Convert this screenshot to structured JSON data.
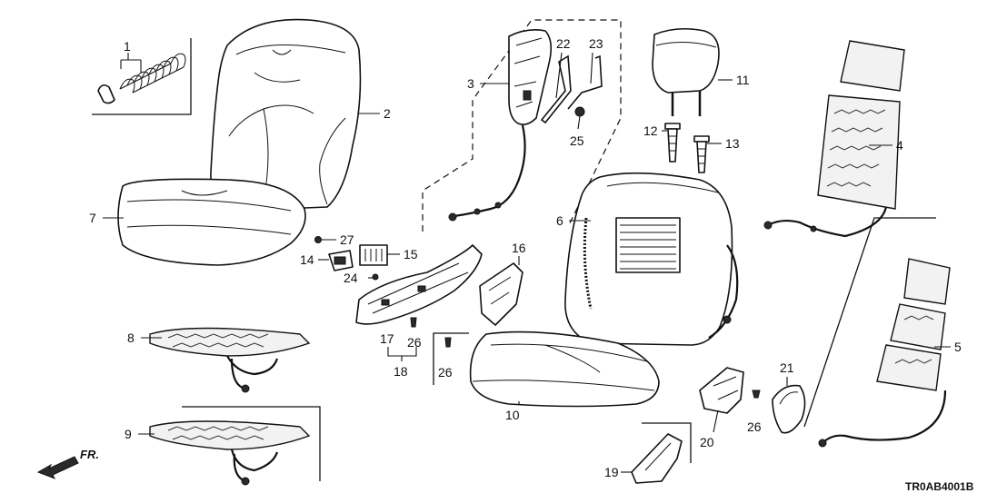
{
  "diagram": {
    "code": "TR0AB4001B",
    "direction": "FR.",
    "callouts": [
      "1",
      "2",
      "3",
      "4",
      "5",
      "6",
      "7",
      "8",
      "9",
      "10",
      "11",
      "12",
      "13",
      "14",
      "15",
      "16",
      "17",
      "18",
      "19",
      "20",
      "21",
      "22",
      "23",
      "24",
      "25",
      "26",
      "27"
    ]
  }
}
